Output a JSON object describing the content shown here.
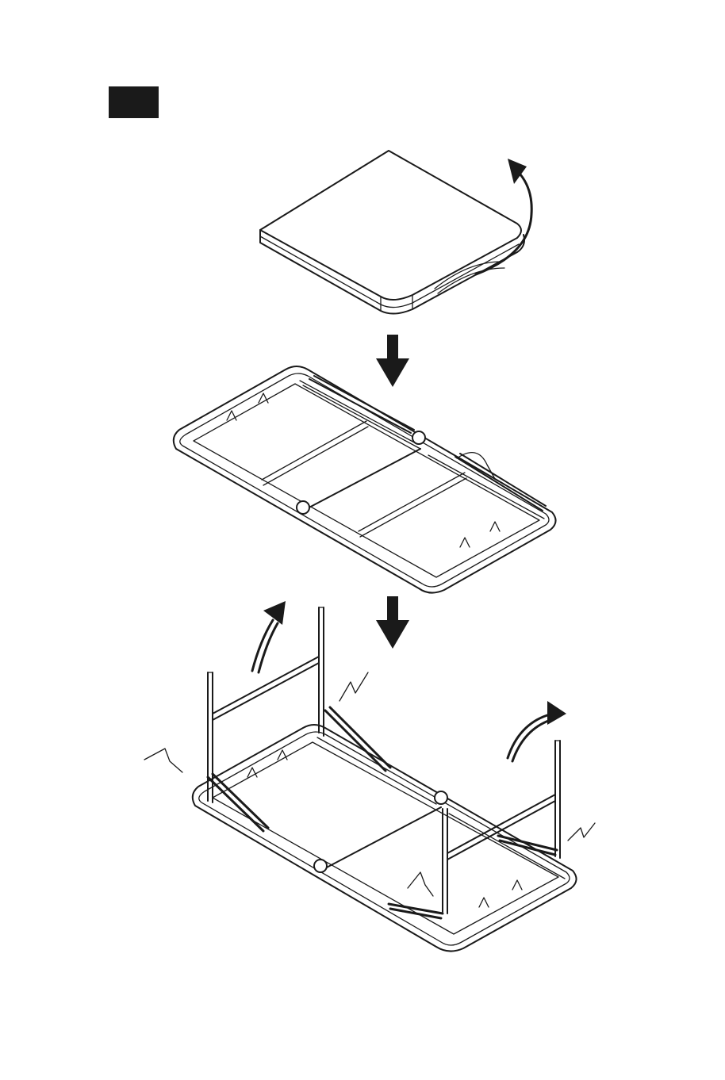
{
  "badge": {
    "color": "#1a1a1a"
  },
  "line_color": "#1a1a1a",
  "background": "#ffffff",
  "stages": [
    {
      "name": "folded-table",
      "icon": "folded-case-icon"
    },
    {
      "name": "opened-table-underside",
      "icon": "open-table-icon"
    },
    {
      "name": "table-legs-unfolded",
      "icon": "table-legs-icon"
    }
  ],
  "arrows": [
    {
      "name": "flip-arrow",
      "direction": "up"
    },
    {
      "name": "down-arrow",
      "direction": "down"
    },
    {
      "name": "down-arrow",
      "direction": "down"
    },
    {
      "name": "leg-rotate-arrow",
      "direction": "up-right"
    },
    {
      "name": "leg-rotate-arrow",
      "direction": "up-right"
    }
  ],
  "snap_marks": 4
}
